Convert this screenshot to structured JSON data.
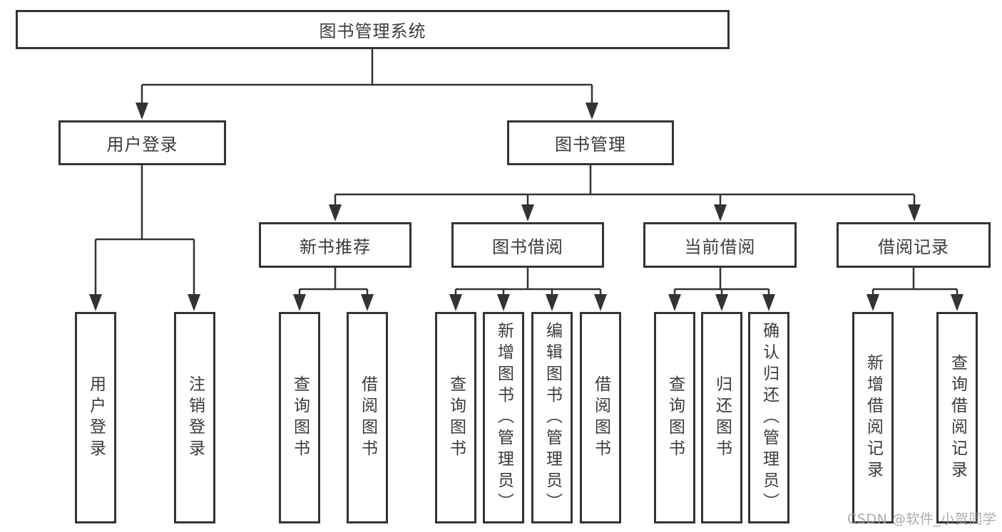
{
  "diagram": {
    "title": "图书管理系统",
    "colors": {
      "line": "#333333",
      "box_border": "#333333",
      "box_fill": "#ffffff",
      "text": "#3b3b3b",
      "watermark": "#9e9e9e",
      "background": "#ffffff"
    }
  },
  "tree": {
    "label": "图书管理系统",
    "children": [
      {
        "label": "用户登录",
        "children": [
          {
            "label": "用户登录"
          },
          {
            "label": "注销登录"
          }
        ]
      },
      {
        "label": "图书管理",
        "children": [
          {
            "label": "新书推荐",
            "children": [
              {
                "label": "查询图书"
              },
              {
                "label": "借阅图书"
              }
            ]
          },
          {
            "label": "图书借阅",
            "children": [
              {
                "label": "查询图书"
              },
              {
                "label": "新增图书（管理员）"
              },
              {
                "label": "编辑图书（管理员）"
              },
              {
                "label": "借阅图书"
              }
            ]
          },
          {
            "label": "当前借阅",
            "children": [
              {
                "label": "查询图书"
              },
              {
                "label": "归还图书"
              },
              {
                "label": "确认归还（管理员）"
              }
            ]
          },
          {
            "label": "借阅记录",
            "children": [
              {
                "label": "新增借阅记录"
              },
              {
                "label": "查询借阅记录"
              }
            ]
          }
        ]
      }
    ]
  },
  "watermark": {
    "text": "CSDN @软件_小贺同学"
  }
}
